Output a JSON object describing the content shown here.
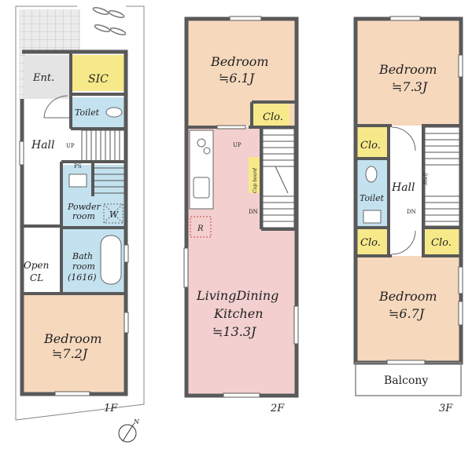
{
  "floors": {
    "f1": {
      "label": "1F",
      "rooms": {
        "ent": "Ent.",
        "sic": "SIC",
        "toilet": "Toilet",
        "hall": "Hall",
        "ps": "PS",
        "powder": [
          "Powder",
          "room"
        ],
        "w": "W",
        "bath": [
          "Bath",
          "room",
          "(1616)"
        ],
        "open_cl": [
          "Open",
          "CL"
        ],
        "bedroom": [
          "Bedroom",
          "≒7.2J"
        ]
      },
      "stair_up": "UP"
    },
    "f2": {
      "label": "2F",
      "rooms": {
        "bedroom": [
          "Bedroom",
          "≒6.1J"
        ],
        "clo": "Clo.",
        "ldk": [
          "LivingDining",
          "Kitchen",
          "≒13.3J"
        ],
        "cupboard": "Cup board",
        "r": "R"
      },
      "stair_up": "UP",
      "stair_dn": "DN"
    },
    "f3": {
      "label": "3F",
      "rooms": {
        "bedroom_top": [
          "Bedroom",
          "≒7.3J"
        ],
        "clo_upper": "Clo.",
        "hall": "Hall",
        "shelf": "Shelf",
        "toilet": "Toilet",
        "clo_lower_left": "Clo.",
        "clo_lower_right": "Clo.",
        "bedroom_bottom": [
          "Bedroom",
          "≒6.7J"
        ],
        "balcony": "Balcony"
      },
      "stair_dn": "DN"
    }
  },
  "compass": {
    "label": "N"
  },
  "colors": {
    "wall": "#595959",
    "bedroom": "#f6d8bd",
    "ldk": "#f3cfcf",
    "closet": "#f7e98a",
    "water": "#c4e1ef",
    "tile": "#e4e4e4"
  }
}
